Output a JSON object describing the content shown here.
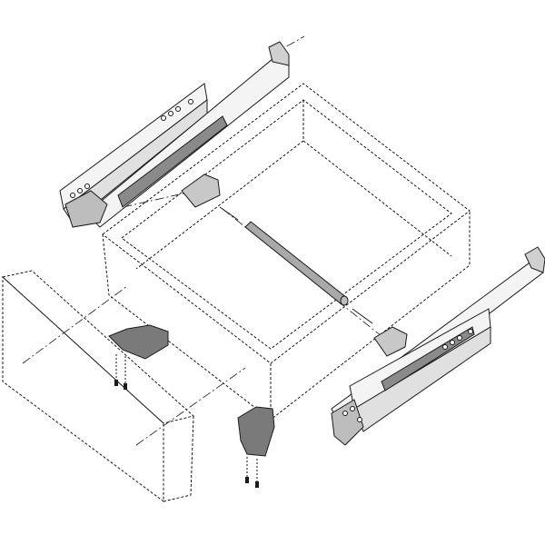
{
  "diagram": {
    "kind": "exploded assembly drawing",
    "parts": [
      {
        "id": "drawer-box",
        "icon": "drawer-box-outline"
      },
      {
        "id": "drawer-front",
        "icon": "front-panel-outline"
      },
      {
        "id": "left-runner",
        "icon": "drawer-slide-rail"
      },
      {
        "id": "right-runner",
        "icon": "drawer-slide-rail"
      },
      {
        "id": "stabilizer-rod",
        "icon": "rod"
      },
      {
        "id": "rear-brackets",
        "icon": "bracket"
      },
      {
        "id": "locking-devices",
        "icon": "locking-clip"
      },
      {
        "id": "screws",
        "icon": "screw"
      }
    ],
    "colors": {
      "line": "#1a1a1a",
      "metal_fill": "#e8e8e8",
      "dark_part": "#6b6b6b",
      "rod": "#a9a9a9",
      "background": "#ffffff"
    }
  }
}
